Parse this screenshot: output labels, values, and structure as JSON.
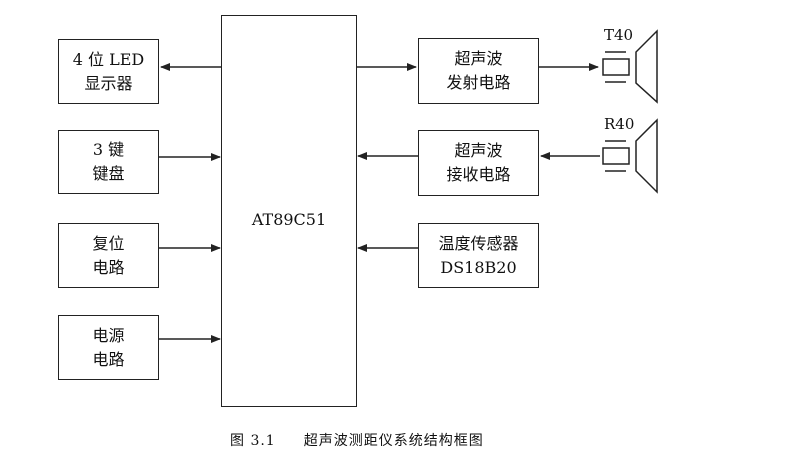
{
  "blocks": {
    "led": [
      "4 位 LED",
      "显示器"
    ],
    "keys": [
      "3 键",
      "键盘"
    ],
    "reset": [
      "复位",
      "电路"
    ],
    "power": [
      "电源",
      "电路"
    ],
    "mcu": "AT89C51",
    "tx": [
      "超声波",
      "发射电路"
    ],
    "rx": [
      "超声波",
      "接收电路"
    ],
    "temp": [
      "温度传感器",
      "DS18B20"
    ]
  },
  "transducers": {
    "tx": "T40",
    "rx": "R40"
  },
  "caption": {
    "number": "图 3.1",
    "title": "超声波测距仪系统结构框图"
  }
}
